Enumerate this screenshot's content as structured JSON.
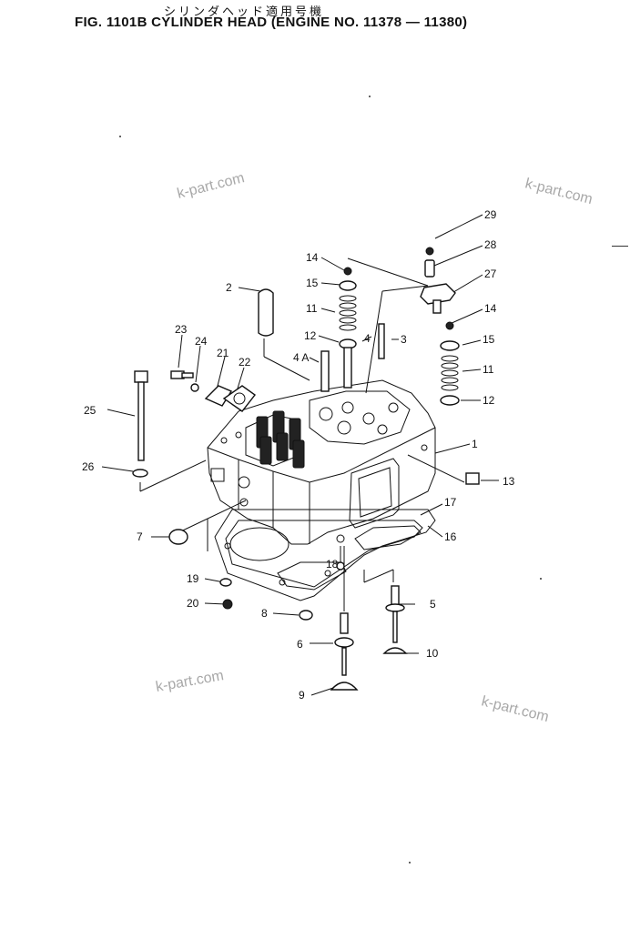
{
  "header": {
    "title_jp": "シリンダヘッド適用号機",
    "title": "FIG. 1101B  CYLINDER HEAD (ENGINE NO. 11378 — 11380)"
  },
  "watermarks": [
    "k-part.com",
    "k-part.com",
    "k-part.com",
    "k-part.com"
  ],
  "callouts": [
    {
      "id": "29",
      "label": "29"
    },
    {
      "id": "28",
      "label": "28"
    },
    {
      "id": "27",
      "label": "27"
    },
    {
      "id": "14a",
      "label": "14"
    },
    {
      "id": "15a",
      "label": "15"
    },
    {
      "id": "11a",
      "label": "11"
    },
    {
      "id": "12a",
      "label": "12"
    },
    {
      "id": "14b",
      "label": "14"
    },
    {
      "id": "15b",
      "label": "15"
    },
    {
      "id": "11b",
      "label": "11"
    },
    {
      "id": "12b",
      "label": "12"
    },
    {
      "id": "2",
      "label": "2"
    },
    {
      "id": "4A",
      "label": "4 A"
    },
    {
      "id": "4",
      "label": "4"
    },
    {
      "id": "3",
      "label": "3"
    },
    {
      "id": "23",
      "label": "23"
    },
    {
      "id": "24",
      "label": "24"
    },
    {
      "id": "21",
      "label": "21"
    },
    {
      "id": "22",
      "label": "22"
    },
    {
      "id": "25",
      "label": "25"
    },
    {
      "id": "1",
      "label": "1"
    },
    {
      "id": "26",
      "label": "26"
    },
    {
      "id": "13",
      "label": "13"
    },
    {
      "id": "17",
      "label": "17"
    },
    {
      "id": "16",
      "label": "16"
    },
    {
      "id": "7",
      "label": "7"
    },
    {
      "id": "18",
      "label": "18"
    },
    {
      "id": "19",
      "label": "19"
    },
    {
      "id": "20",
      "label": "20"
    },
    {
      "id": "8",
      "label": "8"
    },
    {
      "id": "5",
      "label": "5"
    },
    {
      "id": "6",
      "label": "6"
    },
    {
      "id": "10",
      "label": "10"
    },
    {
      "id": "9",
      "label": "9"
    }
  ]
}
